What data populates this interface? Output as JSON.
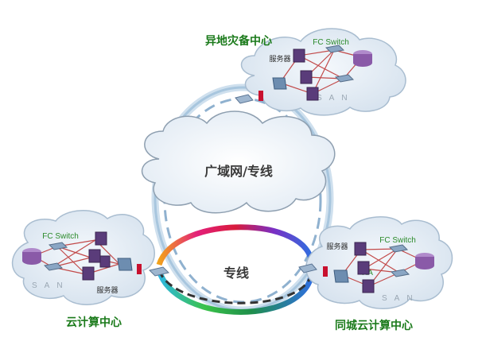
{
  "sites": {
    "remote": {
      "title": "异地灾备中心",
      "switch_label": "FC Switch",
      "server_label": "服务器",
      "san_label": "SAN"
    },
    "main": {
      "title": "云计算中心",
      "switch_label": "FC Switch",
      "server_label": "服务器",
      "san_label": "SAN"
    },
    "local": {
      "title": "同城云计算中心",
      "switch_label": "FC Switch",
      "server_label": "服务器",
      "san_label": "SAN",
      "ha_label": "HA"
    }
  },
  "wan": {
    "label": "广域网/专线"
  },
  "dedicated_line": {
    "label": "专线"
  },
  "colors": {
    "cloud_fill": "#e6eef6",
    "cloud_stroke": "#a9bdd0",
    "server": "#5a3c7a",
    "switch": "#8aa6c4",
    "storage": "#8a5aa8",
    "link": "#c24a4a",
    "wan_ring": "#9cc0dc",
    "dashed": "#555555",
    "title_green": "#1a7a1a"
  },
  "icons": [
    "server-icon",
    "fc-switch-icon",
    "storage-icon",
    "router-icon",
    "firewall-icon"
  ]
}
